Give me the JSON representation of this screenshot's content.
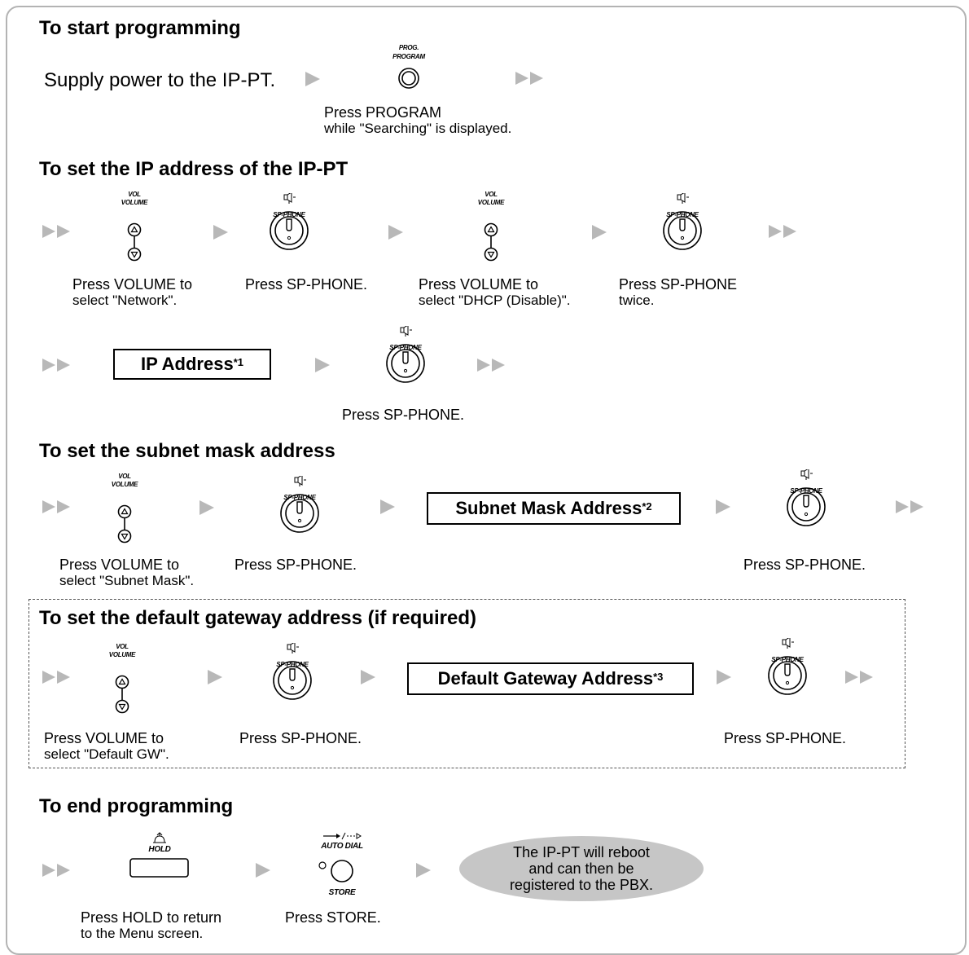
{
  "sections": {
    "start": {
      "title": "To start programming",
      "supply_text": "Supply power to the IP-PT.",
      "program_caption_small": "PROG.",
      "program_caption": "PROGRAM",
      "program_note_line1": "Press PROGRAM",
      "program_note_line2": "while \"Searching\" is displayed."
    },
    "ip": {
      "title": "To set the IP address of the IP-PT",
      "step1_line1": "Press VOLUME to",
      "step1_line2": "select \"Network\".",
      "step2": "Press SP-PHONE.",
      "step3_line1": "Press VOLUME to",
      "step3_line2": "select \"DHCP (Disable)\".",
      "step4_line1": "Press SP-PHONE",
      "step4_line2": "twice.",
      "box_label": "IP Address",
      "box_note": "*1",
      "step5": "Press SP-PHONE."
    },
    "subnet": {
      "title": "To set the subnet mask address",
      "step1_line1": "Press VOLUME to",
      "step1_line2": "select \"Subnet Mask\".",
      "step2": "Press SP-PHONE.",
      "box_label": "Subnet Mask Address",
      "box_note": "*2",
      "step3": "Press SP-PHONE."
    },
    "gateway": {
      "title": "To set the default gateway address (if required)",
      "step1_line1": "Press VOLUME to",
      "step1_line2": "select \"Default GW\".",
      "step2": "Press SP-PHONE.",
      "box_label": "Default Gateway Address",
      "box_note": "*3",
      "step3": "Press SP-PHONE."
    },
    "end": {
      "title": "To end programming",
      "hold_caption": "HOLD",
      "autodial_caption": "AUTO DIAL",
      "store_caption": "STORE",
      "step1_line1": "Press HOLD to return",
      "step1_line2": "to the Menu screen.",
      "step2": "Press STORE.",
      "result_line1": "The IP-PT will reboot",
      "result_line2": "and can then be",
      "result_line3": "registered to the PBX."
    }
  },
  "button_captions": {
    "vol_small": "VOL",
    "volume": "VOLUME",
    "sp_phone": "SP-PHONE"
  },
  "icons": {
    "arrow_single": "single-triangle-arrow",
    "arrow_double": "double-triangle-arrow",
    "volume_button": "volume-up-down-button",
    "sp_phone_button": "sp-phone-button",
    "program_button": "program-button",
    "hold_button": "hold-button",
    "store_button": "auto-dial-store-button"
  },
  "colors": {
    "arrow": "#b8b8b8",
    "frame": "#b3b3b3",
    "oval": "#c6c6c6"
  }
}
